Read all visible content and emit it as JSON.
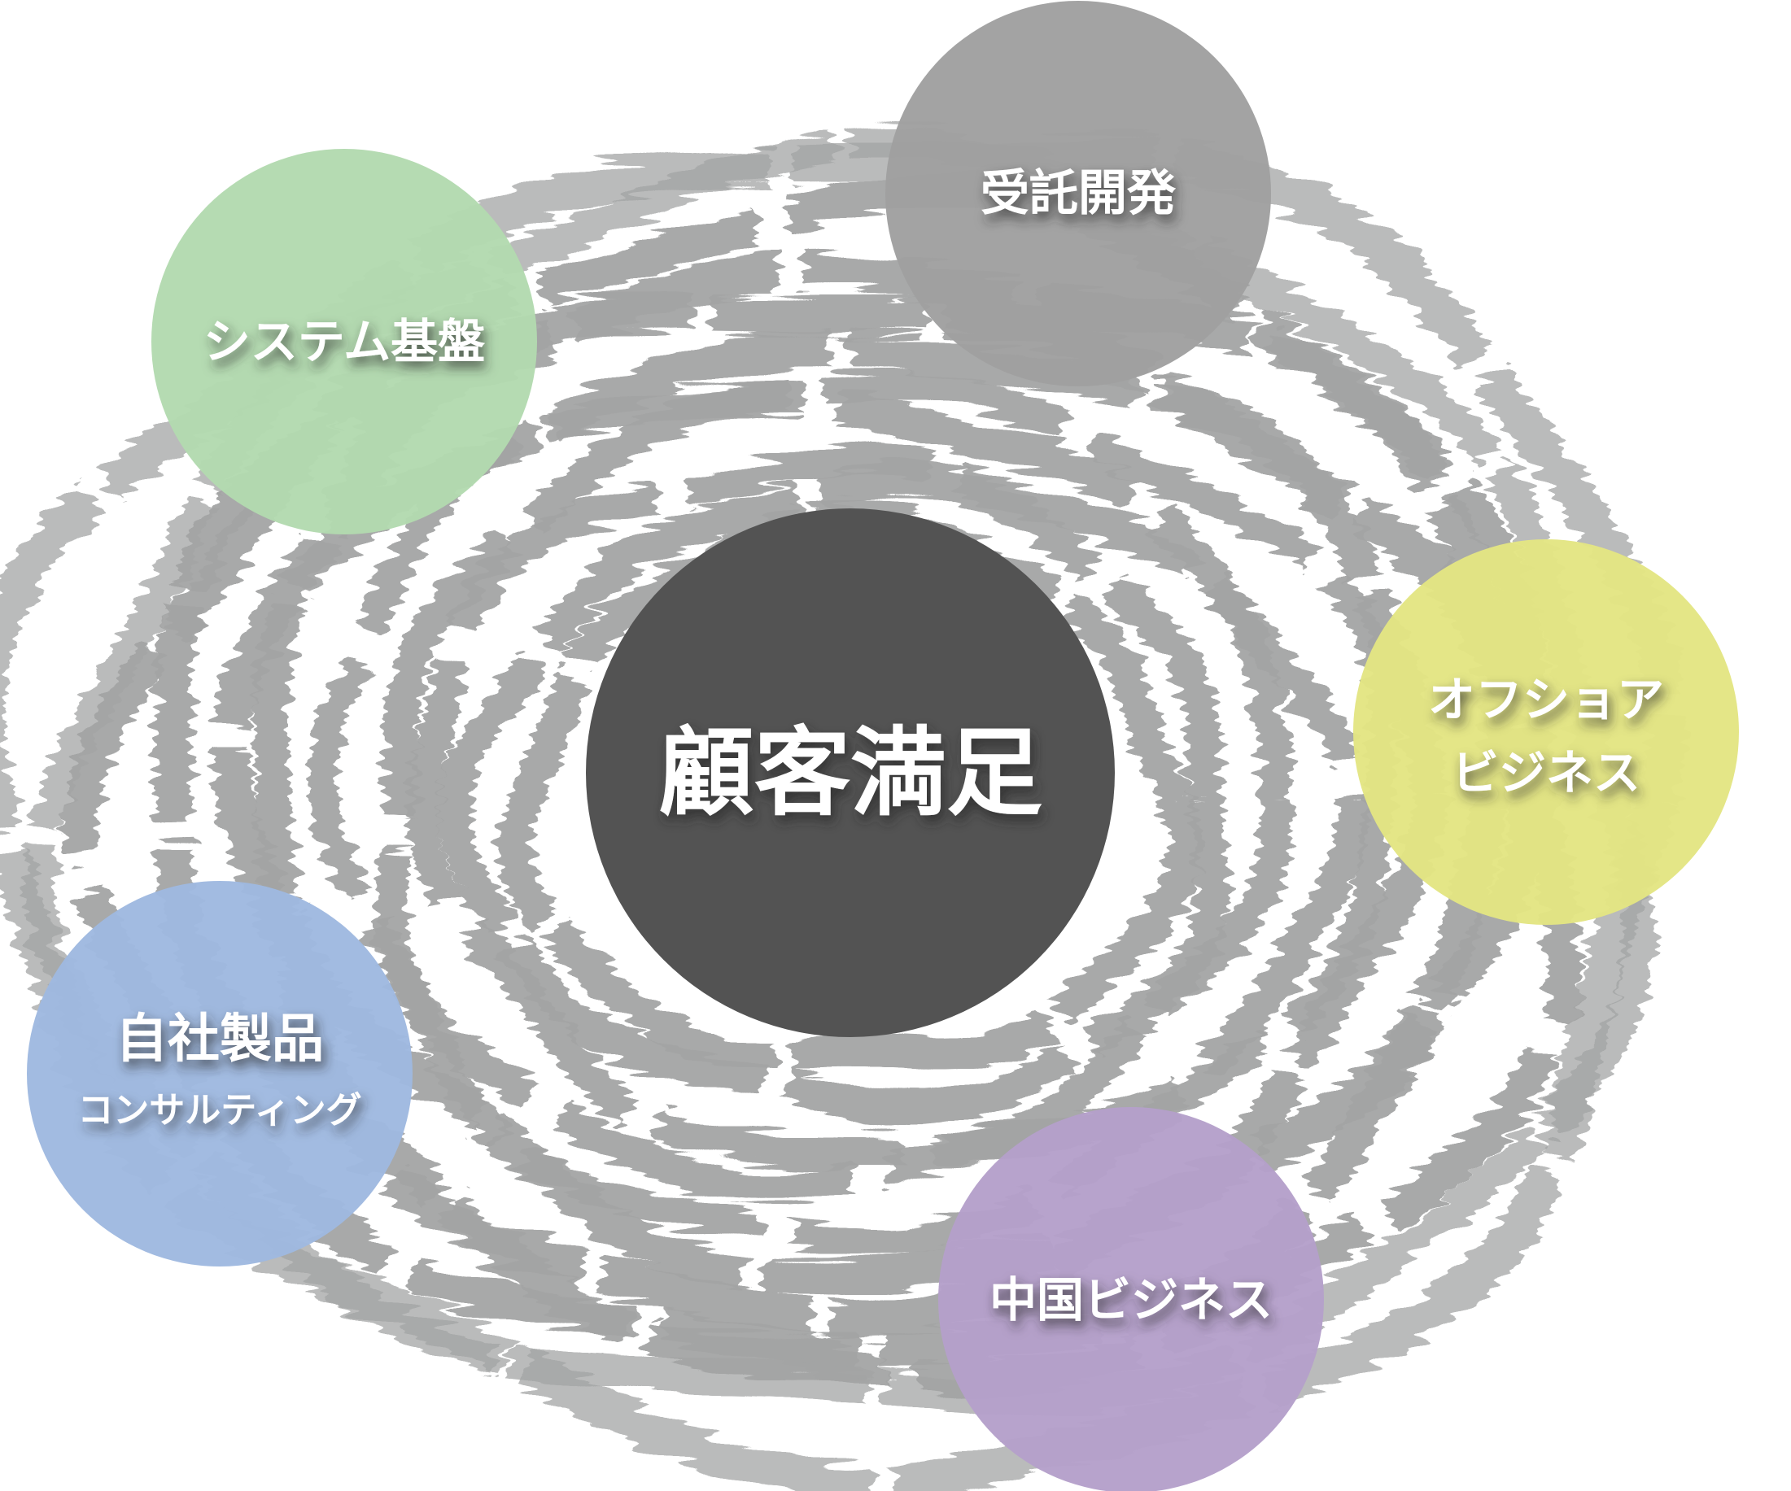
{
  "center": {
    "label": "顧客満足",
    "color": "#535353"
  },
  "ring_color": "#a3a4a4",
  "nodes": [
    {
      "id": "system-base",
      "lines": [
        "システム基盤"
      ],
      "color": "#b3dab0"
    },
    {
      "id": "contract-dev",
      "lines": [
        "受託開発"
      ],
      "color": "#a0a0a0"
    },
    {
      "id": "offshore",
      "lines": [
        "オフショア",
        "ビジネス"
      ],
      "color": "#e3e583"
    },
    {
      "id": "own-products",
      "lines": [
        "自社製品",
        "コンサルティング"
      ],
      "color": "#9fb9e0"
    },
    {
      "id": "china",
      "lines": [
        "中国ビジネス"
      ],
      "color": "#b5a0ca"
    }
  ]
}
